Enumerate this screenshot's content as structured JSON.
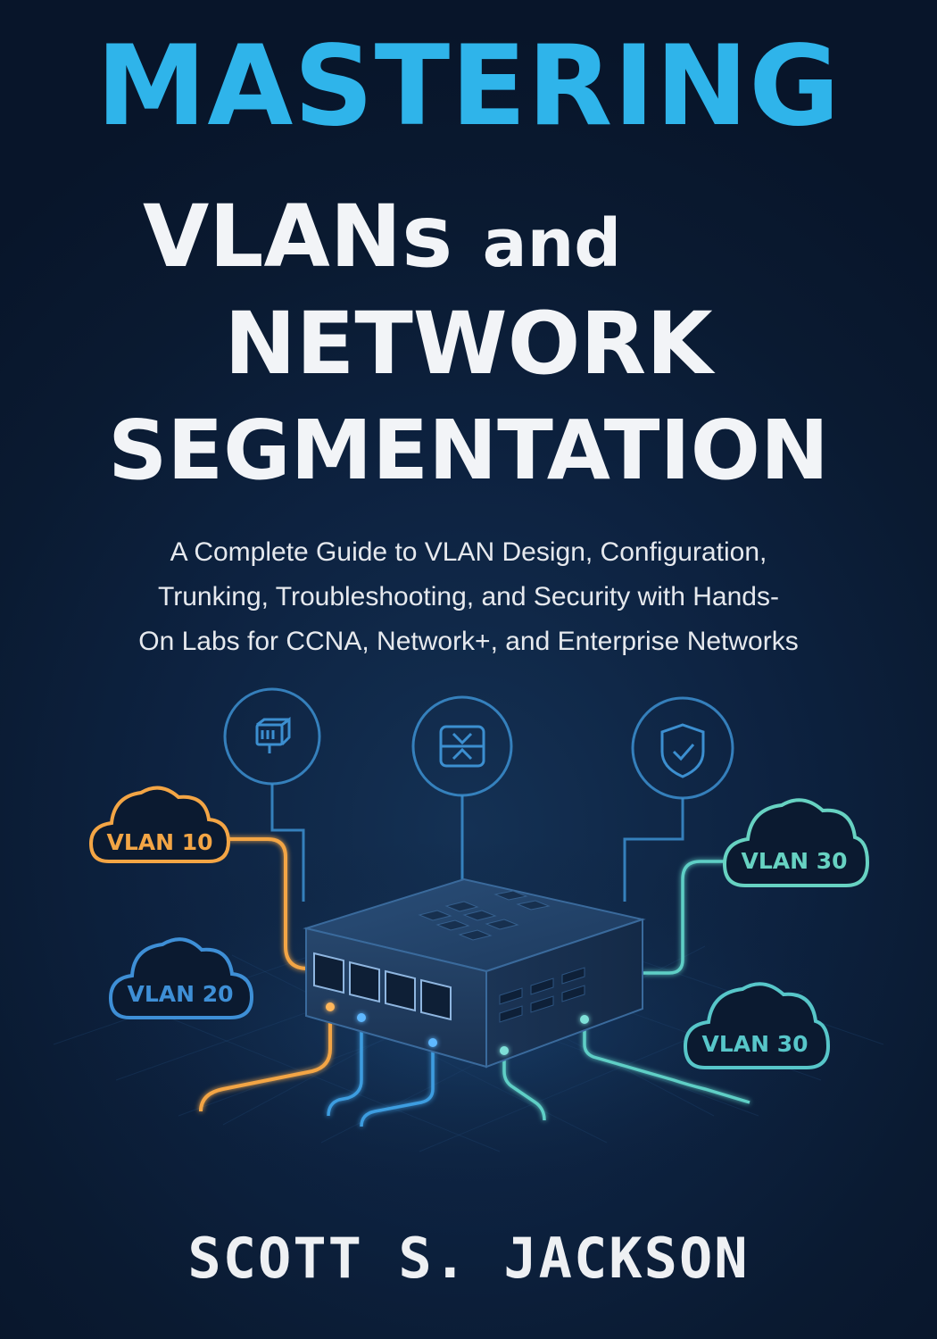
{
  "cover": {
    "title_line1": "MASTERING",
    "title_line2_main": "VLANs",
    "title_line2_small": "and",
    "title_line3": "NETWORK",
    "title_line4": "SEGMENTATION",
    "subtitle_lines": [
      "A Complete Guide to VLAN Design, Configuration,",
      "Trunking, Troubleshooting, and Security with Hands-",
      "On Labs for CCNA, Network+, and Enterprise Networks"
    ],
    "author": "SCOTT S. JACKSON"
  },
  "illustration": {
    "clouds": [
      {
        "label": "VLAN 10",
        "color": "#f3a545"
      },
      {
        "label": "VLAN 20",
        "color": "#3e8fd6"
      },
      {
        "label": "VLAN 30",
        "color": "#67d2c2"
      },
      {
        "label": "VLAN 30",
        "color": "#57c6c9"
      }
    ],
    "icons": [
      {
        "name": "switch-icon"
      },
      {
        "name": "router-icon"
      },
      {
        "name": "shield-check-icon"
      }
    ],
    "colors": {
      "accent_blue": "#2fb4ea",
      "icon_stroke": "#3c8fd0",
      "background": "#0b1a30"
    }
  }
}
